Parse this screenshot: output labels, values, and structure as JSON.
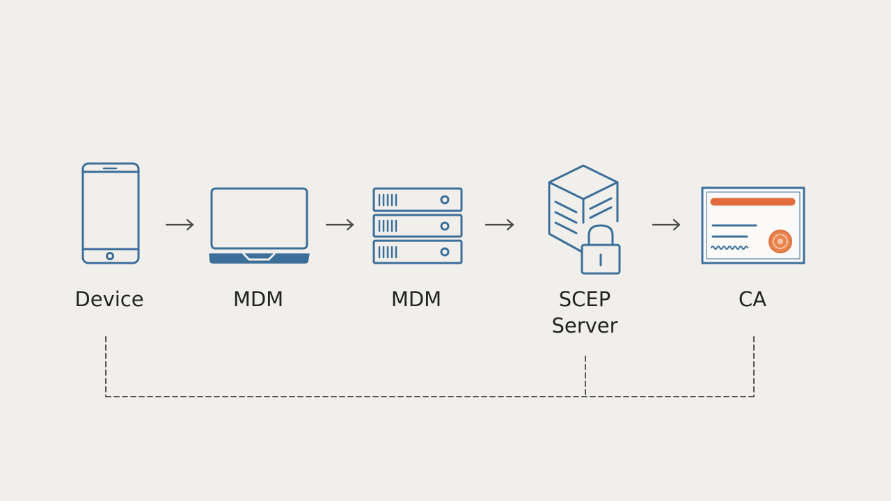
{
  "colors": {
    "background": "#f0efec",
    "icon_stroke": "#3b6e98",
    "arrow": "#4a4a4a",
    "dashed_line": "#555555",
    "certificate_accent": "#e06b3c",
    "label_text": "#222222"
  },
  "nodes": [
    {
      "id": "device",
      "icon": "smartphone-icon",
      "label_lines": [
        "Device"
      ]
    },
    {
      "id": "mdm-client",
      "icon": "laptop-icon",
      "label_lines": [
        "MDM"
      ]
    },
    {
      "id": "mdm-server",
      "icon": "server-rack-icon",
      "label_lines": [
        "MDM"
      ]
    },
    {
      "id": "scep-server",
      "icon": "locked-server-icon",
      "label_lines": [
        "SCEP",
        "Server"
      ]
    },
    {
      "id": "ca",
      "icon": "certificate-icon",
      "label_lines": [
        "CA"
      ]
    }
  ],
  "arrows": [
    {
      "from": "device",
      "to": "mdm-client"
    },
    {
      "from": "mdm-client",
      "to": "mdm-server"
    },
    {
      "from": "mdm-server",
      "to": "scep-server"
    },
    {
      "from": "scep-server",
      "to": "ca"
    }
  ],
  "connector": {
    "style": "dashed",
    "links": [
      "device",
      "scep-server",
      "ca"
    ]
  }
}
